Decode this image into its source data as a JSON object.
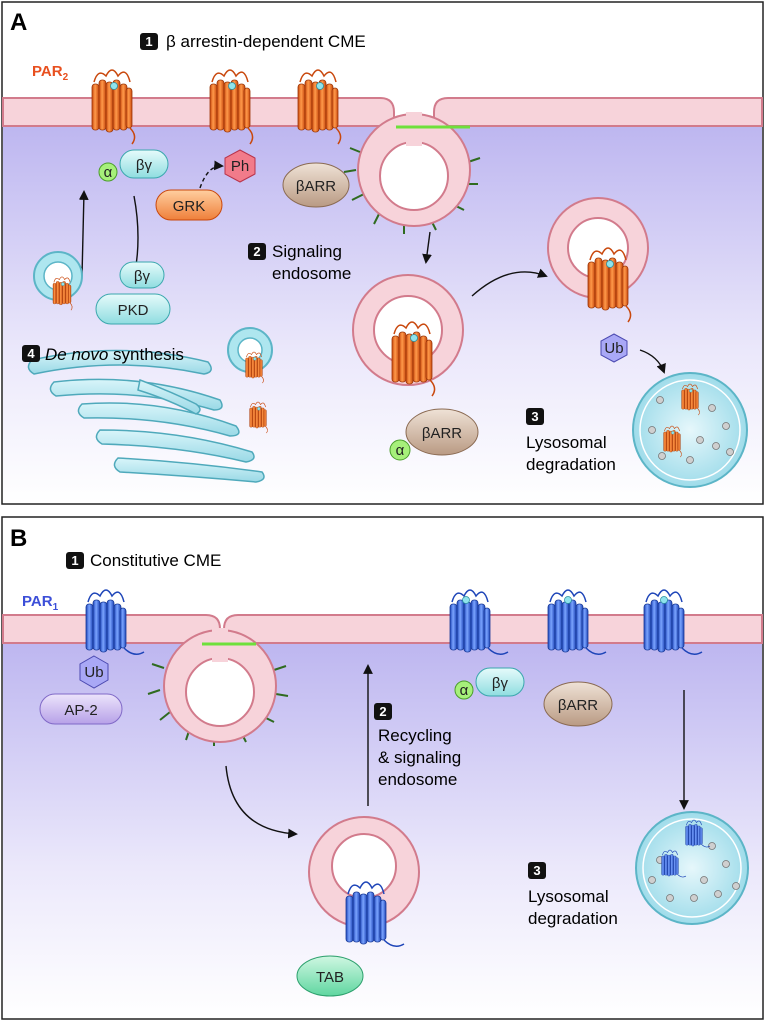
{
  "panelA": {
    "letter": "A",
    "receptor_label": "PAR",
    "receptor_sub": "2",
    "step1_num": "1",
    "step1_text": "β arrestin-dependent CME",
    "step2_num": "2",
    "step2_text_line1": "Signaling",
    "step2_text_line2": "endosome",
    "step3_num": "3",
    "step3_text_line1": "Lysosomal",
    "step3_text_line2": "degradation",
    "step4_num": "4",
    "step4_text_italic": "De novo",
    "step4_text_rest": " synthesis",
    "labels": {
      "alpha": "α",
      "betagamma": "βγ",
      "betagamma2": "βγ",
      "ph": "Ph",
      "grk": "GRK",
      "barr": "βARR",
      "pkd": "PKD",
      "ub": "Ub",
      "barr_endosome": "βARR",
      "alpha_endosome": "α"
    }
  },
  "panelB": {
    "letter": "B",
    "receptor_label": "PAR",
    "receptor_sub": "1",
    "step1_num": "1",
    "step1_text": "Constitutive CME",
    "step2_num": "2",
    "step2_text_line1": "Recycling",
    "step2_text_line2": "& signaling",
    "step2_text_line3": "endosome",
    "step3_num": "3",
    "step3_text_line1": "Lysosomal",
    "step3_text_line2": "degradation",
    "labels": {
      "ub": "Ub",
      "ap2": "AP-2",
      "alpha": "α",
      "betagamma": "βγ",
      "barr": "βARR",
      "tab": "TAB"
    }
  },
  "colors": {
    "par2": "#e8501f",
    "par1": "#3c4fd8",
    "membrane": "#f7d3da",
    "membrane_edge": "#d27b8c",
    "cytosol": "#c6c2f0",
    "lysosome": "#bfe9f2"
  }
}
